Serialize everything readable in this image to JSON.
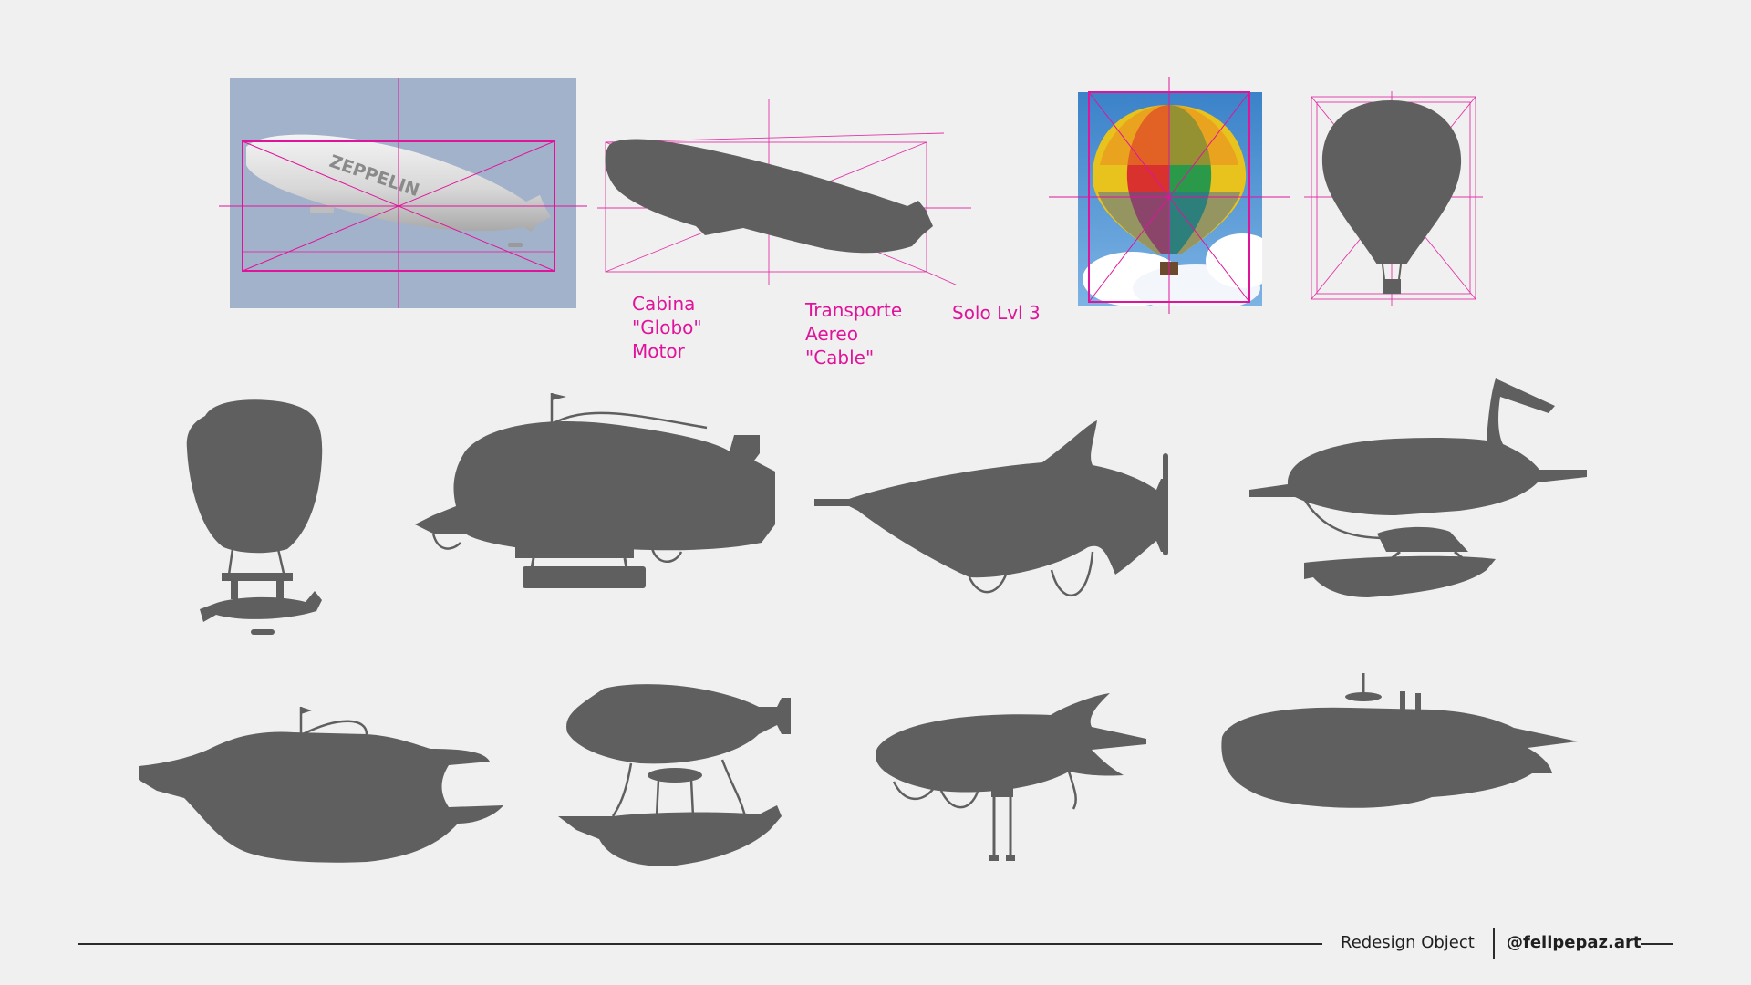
{
  "annotations": {
    "group1": [
      "Cabina",
      "\"Globo\"",
      "Motor"
    ],
    "group2": [
      "Transporte",
      "Aereo",
      "\"Cable\""
    ],
    "group3": [
      "Solo Lvl 3"
    ]
  },
  "reference": {
    "zeppelin_lettering": "ZEPPELIN"
  },
  "footer": {
    "title": "Redesign Object",
    "handle": "@felipepaz.art"
  },
  "colors": {
    "background": "#f0f0f0",
    "silhouette": "#5f5f5f",
    "guide": "#e0149b",
    "footer_text": "#1f1f1f"
  }
}
